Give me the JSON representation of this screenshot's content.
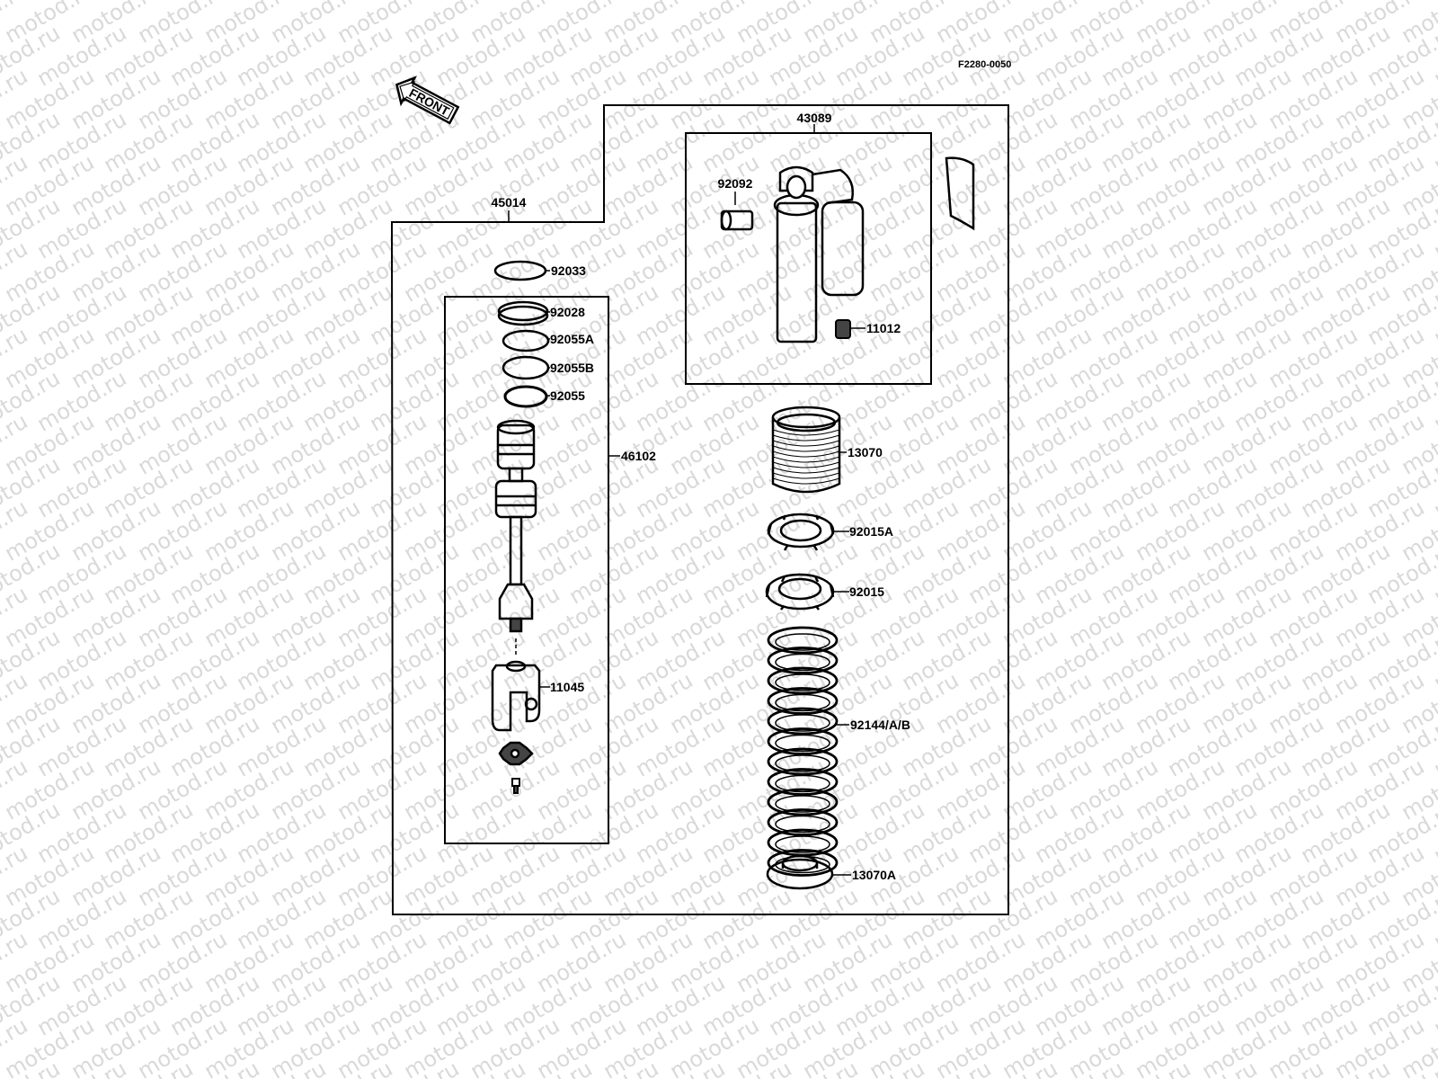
{
  "figure_code": "F2280-0050",
  "front_label": "FRONT",
  "watermark_text": "motod.ru",
  "parts": {
    "assembly_outer": "45014",
    "reservoir_body": "43089",
    "reservoir_bushing": "92092",
    "valve": "11012",
    "circlip": "92033",
    "damper_rod_assembly": "46102",
    "ring": "92028",
    "oring_a": "92055A",
    "oring_b": "92055B",
    "oring": "92055",
    "clevis": "11045",
    "bump_rubber": "13070",
    "locknut_a": "92015A",
    "locknut": "92015",
    "spring": "92144/A/B",
    "spring_seat": "13070A"
  },
  "colors": {
    "line": "#000000",
    "watermark": "#d9d9d9",
    "background": "#ffffff"
  }
}
